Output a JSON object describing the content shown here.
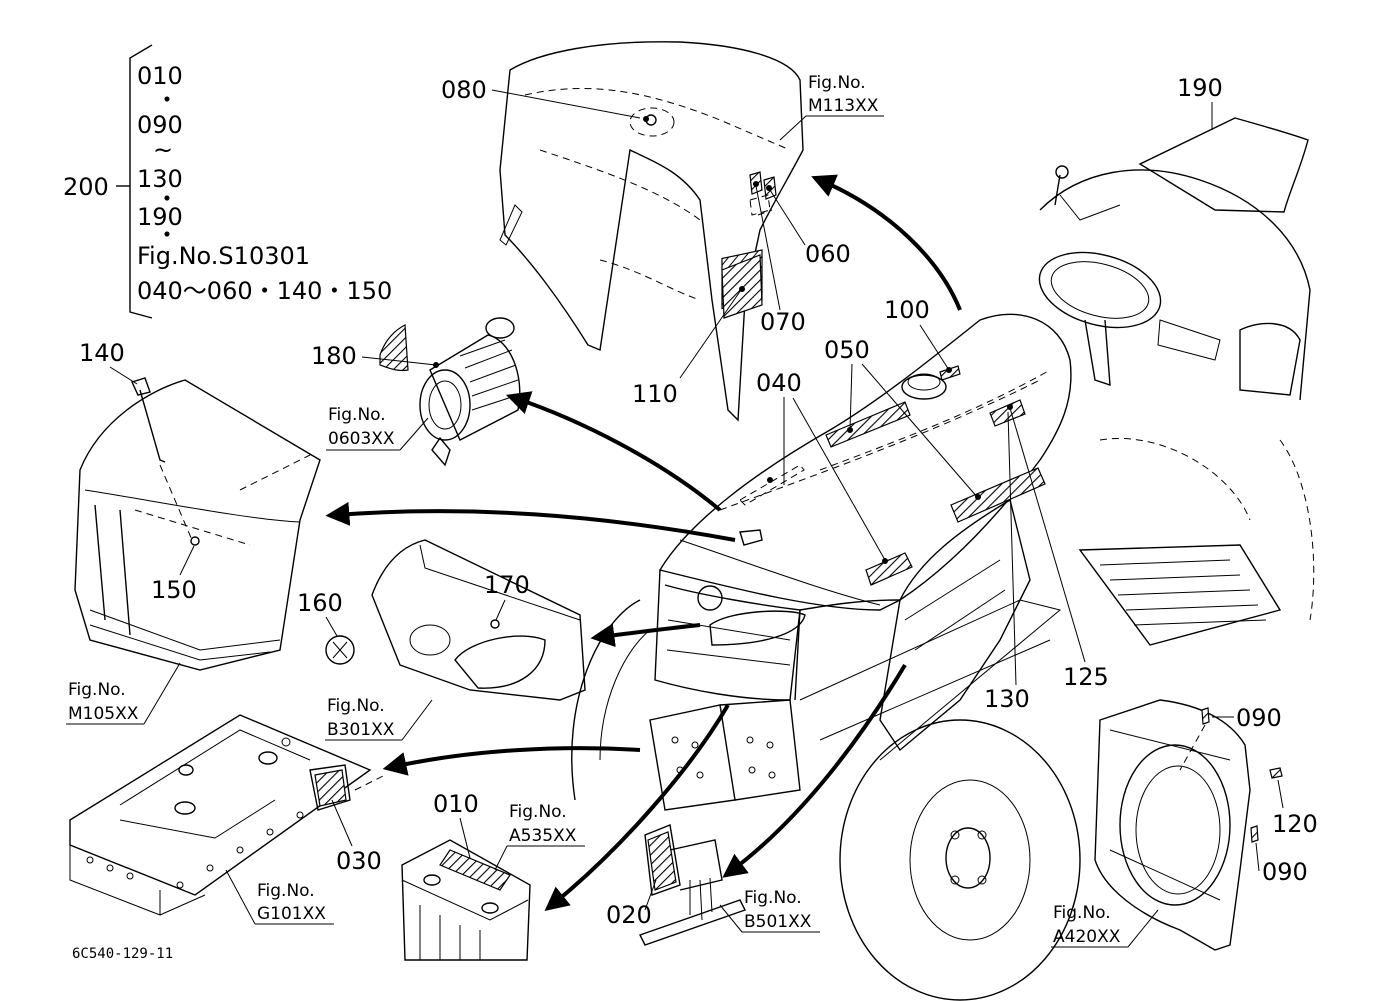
{
  "legend": {
    "items": [
      "010",
      "090",
      "130",
      "190",
      "Fig.No.S10301",
      "040〜060・140・150"
    ],
    "separators": [
      "・",
      "~",
      "・",
      "・"
    ],
    "ref": "200"
  },
  "parts": {
    "p010": "010",
    "p020": "020",
    "p030": "030",
    "p040": "040",
    "p050": "050",
    "p060": "060",
    "p070": "070",
    "p080": "080",
    "p090a": "090",
    "p090b": "090",
    "p100": "100",
    "p110": "110",
    "p120": "120",
    "p125": "125",
    "p130": "130",
    "p140": "140",
    "p150": "150",
    "p160": "160",
    "p170": "170",
    "p180": "180",
    "p190": "190"
  },
  "figs": {
    "m113": {
      "label": "Fig.No.",
      "code": "M113XX"
    },
    "f0603": {
      "label": "Fig.No.",
      "code": "0603XX"
    },
    "m105": {
      "label": "Fig.No.",
      "code": "M105XX"
    },
    "b301": {
      "label": "Fig.No.",
      "code": "B301XX"
    },
    "g101": {
      "label": "Fig.No.",
      "code": "G101XX"
    },
    "a535": {
      "label": "Fig.No.",
      "code": "A535XX"
    },
    "b501": {
      "label": "Fig.No.",
      "code": "B501XX"
    },
    "a420": {
      "label": "Fig.No.",
      "code": "A420XX"
    }
  },
  "drawing_id": "6C540-129-11"
}
